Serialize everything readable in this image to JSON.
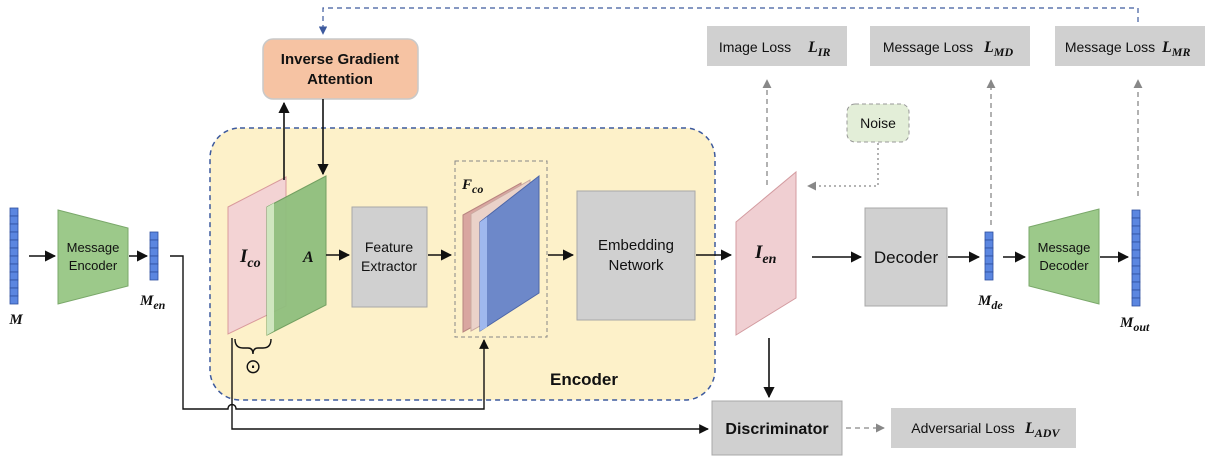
{
  "inputs": {
    "message_symbol": "M",
    "message_encoded_symbol": "M",
    "message_encoded_sub": "en"
  },
  "encoder": {
    "title": "Encoder",
    "message_encoder": [
      "Message",
      "Encoder"
    ],
    "cover_symbol": "I",
    "cover_sub": "co",
    "attention_symbol": "A",
    "hadamard_symbol": "⊙",
    "feature_extractor": [
      "Feature",
      "Extractor"
    ],
    "features_symbol": "F",
    "features_sub": "co",
    "embedding_network": [
      "Embedding",
      "Network"
    ]
  },
  "inverse_gradient_attention": [
    "Inverse Gradient",
    "Attention"
  ],
  "encoded_image": {
    "symbol": "I",
    "sub": "en"
  },
  "noise": "Noise",
  "decoder": "Decoder",
  "decoded": {
    "symbol": "M",
    "sub": "de"
  },
  "message_decoder": [
    "Message",
    "Decoder"
  ],
  "output": {
    "symbol": "M",
    "sub": "out"
  },
  "discriminator": "Discriminator",
  "losses": {
    "image": {
      "text": "Image Loss",
      "symbol": "L",
      "sub": "IR"
    },
    "message_md": {
      "text": "Message Loss",
      "symbol": "L",
      "sub": "MD"
    },
    "message_mr": {
      "text": "Message Loss",
      "symbol": "L",
      "sub": "MR"
    },
    "adversarial": {
      "text": "Adversarial Loss",
      "symbol": "L",
      "sub": "ADV"
    }
  },
  "colors": {
    "encoder_bg": "#fdf1c9",
    "encoder_border": "#3d5a9e",
    "gray_box": "#d0d0d0",
    "green": "#9cc98a",
    "orange": "#f6c3a3",
    "pink": "#f3d3d4",
    "blue_cell": "#5b86e0",
    "noise_bg": "#e3eed8"
  }
}
